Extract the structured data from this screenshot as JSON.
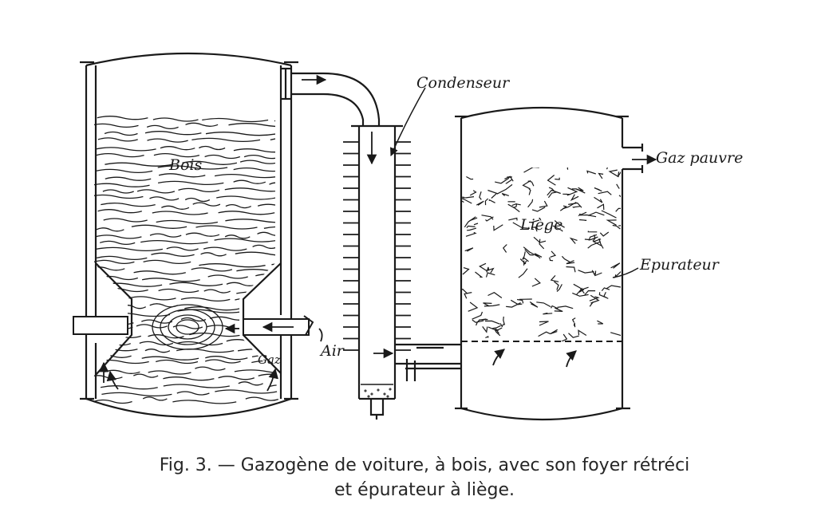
{
  "labels": {
    "bois": "Bois",
    "condenseur": "Condenseur",
    "gaz_pauvre": "Gaz pauvre",
    "liege": "Liège",
    "epurateur": "Epurateur",
    "air": "Air",
    "gaz": "Gaz"
  },
  "caption": {
    "line1": "Fig. 3. — Gazogène de voiture, à bois, avec son foyer rétréci",
    "line2": "et épurateur à liège."
  },
  "colors": {
    "ink": "#1a1a1a",
    "paper": "#ffffff"
  }
}
